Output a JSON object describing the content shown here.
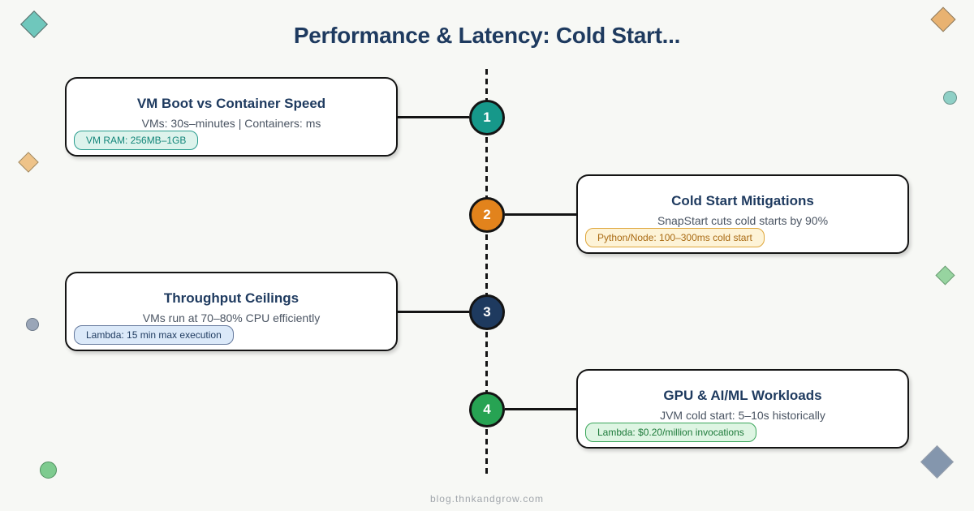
{
  "page": {
    "title": "Performance & Latency: Cold Start...",
    "footer": "blog.thnkandgrow.com",
    "background_color": "#f7f8f5",
    "title_color": "#1e3a5f"
  },
  "timeline": {
    "line_style": "dashed",
    "line_color": "#141414",
    "nodes": [
      {
        "number": "1",
        "color": "#16988a"
      },
      {
        "number": "2",
        "color": "#e2831c"
      },
      {
        "number": "3",
        "color": "#1e3a5f"
      },
      {
        "number": "4",
        "color": "#27a353"
      }
    ]
  },
  "cards": [
    {
      "side": "left",
      "title": "VM Boot vs Container Speed",
      "subtitle": "VMs: 30s–minutes | Containers: ms",
      "badge": {
        "text": "VM RAM: 256MB–1GB",
        "bg": "#ddf3ec",
        "border": "#2a9d8f",
        "color": "#13867a"
      }
    },
    {
      "side": "right",
      "title": "Cold Start Mitigations",
      "subtitle": "SnapStart cuts cold starts by 90%",
      "badge": {
        "text": "Python/Node: 100–300ms cold start",
        "bg": "#fdf3d7",
        "border": "#dfa63a",
        "color": "#a96a12"
      }
    },
    {
      "side": "left",
      "title": "Throughput Ceilings",
      "subtitle": "VMs run at 70–80% CPU efficiently",
      "badge": {
        "text": "Lambda: 15 min max execution",
        "bg": "#dbe9f9",
        "border": "#64789c",
        "color": "#1e3a5f"
      }
    },
    {
      "side": "right",
      "title": "GPU & AI/ML Workloads",
      "subtitle": "JVM cold start: 5–10s historically",
      "badge": {
        "text": "Lambda: $0.20/million invocations",
        "bg": "#def5e3",
        "border": "#3aa65a",
        "color": "#1d7a3a"
      }
    }
  ],
  "decorations": [
    {
      "shape": "diamond",
      "color": "#6fc7bc",
      "position": "top-left"
    },
    {
      "shape": "diamond",
      "color": "#e8b271",
      "position": "top-right"
    },
    {
      "shape": "circle",
      "color": "#8fd0c6",
      "position": "right-upper"
    },
    {
      "shape": "diamond",
      "color": "#eec389",
      "position": "left-upper"
    },
    {
      "shape": "diamond",
      "color": "#97d4a0",
      "position": "right-middle"
    },
    {
      "shape": "circle",
      "color": "#9aa6b8",
      "position": "left-middle"
    },
    {
      "shape": "circle",
      "color": "#7ecb8f",
      "position": "bottom-left"
    },
    {
      "shape": "diamond",
      "color": "#8496ad",
      "position": "bottom-right"
    }
  ]
}
